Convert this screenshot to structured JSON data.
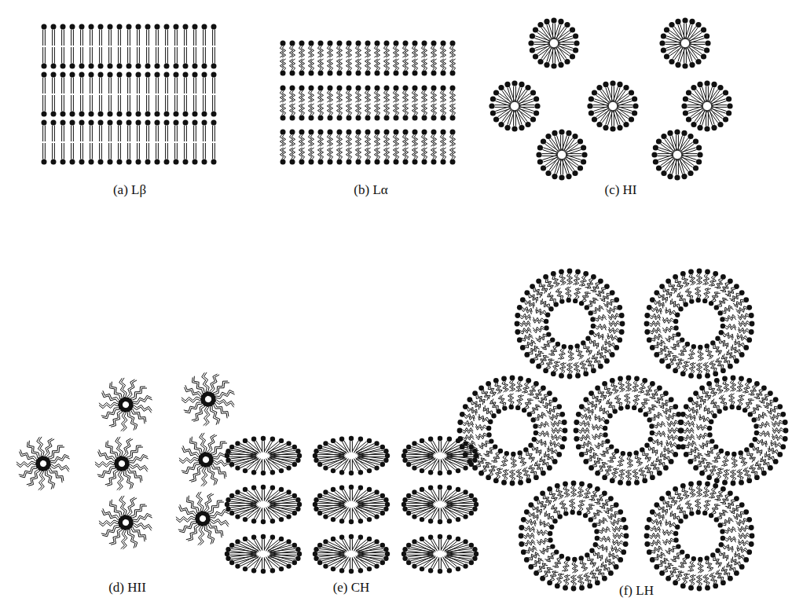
{
  "diagram": {
    "labels": [
      "(a) Lβ",
      "(b) Lα",
      "(c) HI",
      "(d) HII",
      "(e) CH",
      "(f) LH"
    ]
  }
}
